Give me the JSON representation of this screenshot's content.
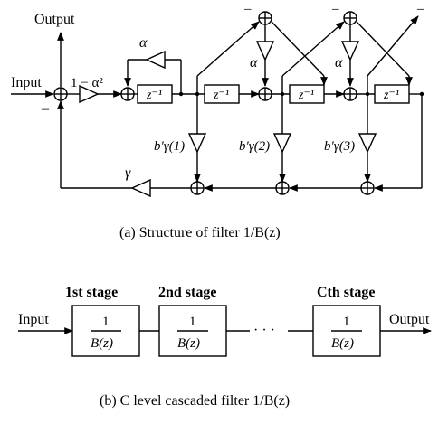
{
  "diagram_a": {
    "output_label": "Output",
    "input_label": "Input",
    "minus_sign": "–",
    "gain_main": "1 − α²",
    "alpha_label": "α",
    "alpha_right_1": "α",
    "alpha_right_2": "α",
    "gamma_label": "γ",
    "delay_label": "z⁻¹",
    "b1_label": "b′γ(1)",
    "b2_label": "b′γ(2)",
    "b3_label": "b′γ(3)",
    "caption": "(a)  Structure of filter 1/B(z)"
  },
  "diagram_b": {
    "input_label": "Input",
    "output_label": "Output",
    "stage_1": "1st stage",
    "stage_2": "2nd stage",
    "stage_c": "Cth stage",
    "frac_num": "1",
    "frac_den": "B(z)",
    "ellipsis": "· · ·",
    "caption": "(b)  C level cascaded filter 1/B(z)"
  }
}
